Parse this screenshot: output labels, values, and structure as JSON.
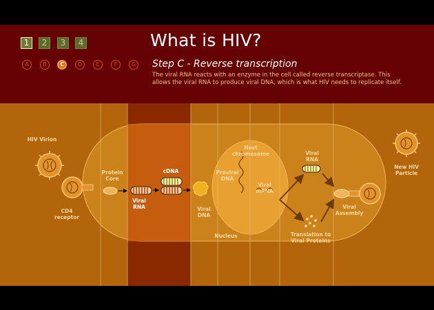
{
  "header": {
    "title": "What is HIV?",
    "step_title": "Step C - Reverse transcription",
    "description": "The viral RNA reacts with an enzyme in the cell called reverse transcriptase.  This allows the viral RNA to produce viral DNA, which is what HIV needs to replicate itself."
  },
  "number_nav": [
    {
      "label": "1",
      "active": true
    },
    {
      "label": "2",
      "active": false
    },
    {
      "label": "3",
      "active": false
    },
    {
      "label": "4",
      "active": false
    }
  ],
  "step_nav": [
    {
      "label": "A",
      "active": false
    },
    {
      "label": "B",
      "active": false
    },
    {
      "label": "C",
      "active": true
    },
    {
      "label": "D",
      "active": false
    },
    {
      "label": "E",
      "active": false
    },
    {
      "label": "F",
      "active": false
    },
    {
      "label": "G",
      "active": false
    }
  ],
  "diagram": {
    "hiv_virion": "HIV Virion",
    "cd4_receptor": "CD4\nreceptor",
    "protein_core": "Protein\nCore",
    "cdna": "cDNA",
    "viral_rna_left": "Viral\nRNA",
    "viral_dna": "Viral\nDNA",
    "host_chromosome": "Host\nchromosome",
    "proviral_dna": "Proviral\nDNA",
    "viral_mrna": "Viral\nmRNA",
    "nucleus": "Nucleus",
    "viral_rna_right": "Viral\nRNA",
    "translation": "Translation to\nViral Proteins",
    "viral_assembly": "Viral\nAssembly",
    "new_hiv_particle": "New HIV\nParticle"
  },
  "colors": {
    "header_bg": "#650203",
    "stage_bg": "#b2650a",
    "highlight_column": "#8a2800",
    "accent": "#f2a23a"
  }
}
